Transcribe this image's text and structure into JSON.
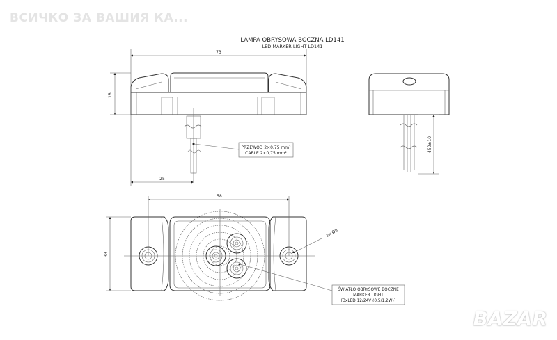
{
  "watermark": "ВСИЧКО ЗА ВАШИЯ КА...",
  "logo": "BAZAR",
  "title": {
    "pl": "LAMPA OBRYSOWA BOCZNA LD141",
    "en": "LED MARKER LIGHT LD141"
  },
  "dimensions": {
    "length": "73",
    "height": "18",
    "cable_offset": "25",
    "hole_spacing": "58",
    "width": "33",
    "cable_length": "450±10",
    "hole_dia": "2x Ø5"
  },
  "cable_callout": {
    "line1": "PRZEWÓD 2×0,75 mm²",
    "line2": "CABLE 2×0,75 mm²"
  },
  "light_callout": {
    "line1": "ŚWIATŁO OBRYSOWE BOCZNE",
    "line2": "MARKER LIGHT",
    "line3": "[3xLED 12/24V (0,5/1,2W)]"
  }
}
